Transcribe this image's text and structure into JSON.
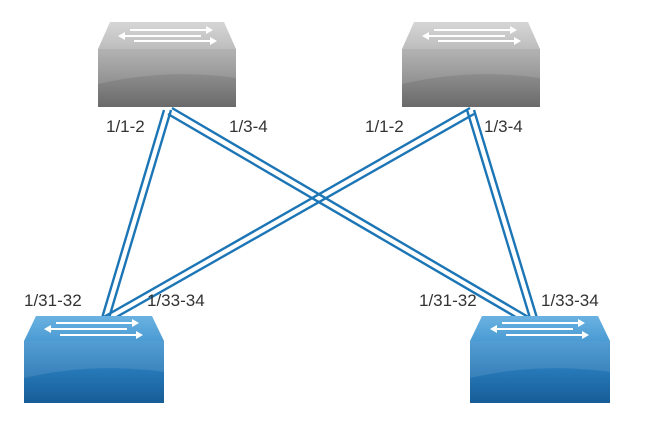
{
  "colors": {
    "link": "#1c75b5",
    "core_top": "#c9c9c9",
    "core_front_light": "#9e9e9e",
    "core_front_dark": "#6e6e6e",
    "access_top": "#5aa6dc",
    "access_front_light": "#3a8cc9",
    "access_front_dark": "#1a63a0",
    "label": "#333333"
  },
  "icons": {
    "core_switch": "layer3-switch-icon",
    "access_switch": "layer2-switch-icon"
  },
  "labels": {
    "core_left_port_a": "1/1-2",
    "core_left_port_b": "1/3-4",
    "core_right_port_a": "1/1-2",
    "core_right_port_b": "1/3-4",
    "access_left_port_a": "1/31-32",
    "access_left_port_b": "1/33-34",
    "access_right_port_a": "1/31-32",
    "access_right_port_b": "1/33-34"
  }
}
